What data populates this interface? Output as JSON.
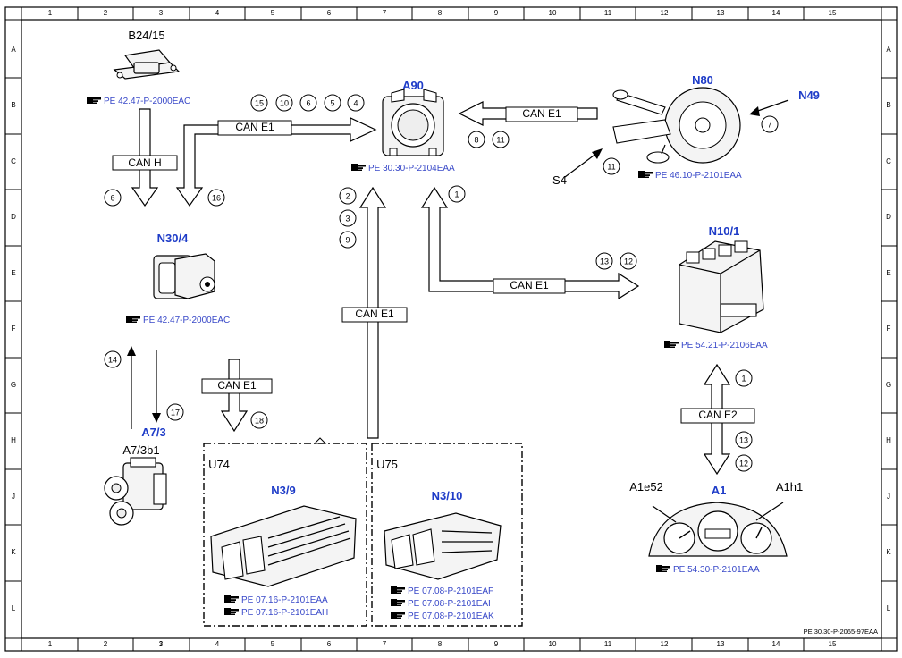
{
  "grid": {
    "columns": [
      "1",
      "2",
      "3",
      "4",
      "5",
      "6",
      "7",
      "8",
      "9",
      "10",
      "11",
      "12",
      "13",
      "14",
      "15"
    ],
    "rows": [
      "A",
      "B",
      "C",
      "D",
      "E",
      "F",
      "G",
      "H",
      "J",
      "K",
      "L"
    ]
  },
  "components": {
    "b24_15": {
      "label": "B24/15",
      "ref": "PE 42.47-P-2000EAC"
    },
    "a90": {
      "label": "A90",
      "ref": "PE 30.30-P-2104EAA"
    },
    "n80": {
      "label": "N80",
      "ref": "PE 46.10-P-2101EAA"
    },
    "n49": {
      "label": "N49"
    },
    "s4": {
      "label": "S4"
    },
    "n30_4": {
      "label": "N30/4",
      "ref": "PE 42.47-P-2000EAC"
    },
    "n10_1": {
      "label": "N10/1",
      "ref": "PE 54.21-P-2106EAA"
    },
    "a7_3": {
      "label": "A7/3"
    },
    "a7_3b1": {
      "label": "A7/3b1"
    },
    "u74": {
      "label": "U74"
    },
    "u75": {
      "label": "U75"
    },
    "n3_9": {
      "label": "N3/9",
      "refs": [
        "PE 07.16-P-2101EAA",
        "PE 07.16-P-2101EAH"
      ]
    },
    "n3_10": {
      "label": "N3/10",
      "refs": [
        "PE 07.08-P-2101EAF",
        "PE 07.08-P-2101EAI",
        "PE 07.08-P-2101EAK"
      ]
    },
    "a1": {
      "label": "A1",
      "ref": "PE 54.30-P-2101EAA"
    },
    "a1e52": {
      "label": "A1e52"
    },
    "a1h1": {
      "label": "A1h1"
    }
  },
  "buses": {
    "can_h": "CAN H",
    "can_e1": "CAN E1",
    "can_e2": "CAN E2"
  },
  "callouts": {
    "c15": "15",
    "c10": "10",
    "c6": "6",
    "c5": "5",
    "c4": "4",
    "c8": "8",
    "c11a": "11",
    "c7": "7",
    "c11b": "11",
    "c6b": "6",
    "c16": "16",
    "c2": "2",
    "c3": "3",
    "c9": "9",
    "c1a": "1",
    "c13a": "13",
    "c12a": "12",
    "c14": "14",
    "c17": "17",
    "c18": "18",
    "c1b": "1",
    "c13b": "13",
    "c12b": "12"
  },
  "footer": {
    "doc_id": "PE 30.30-P-2065-97EAA"
  },
  "icon": {
    "name": "pointing-hand-icon"
  },
  "colors": {
    "label_blue": "#1e3cc8",
    "ref_blue": "#3848c8"
  }
}
